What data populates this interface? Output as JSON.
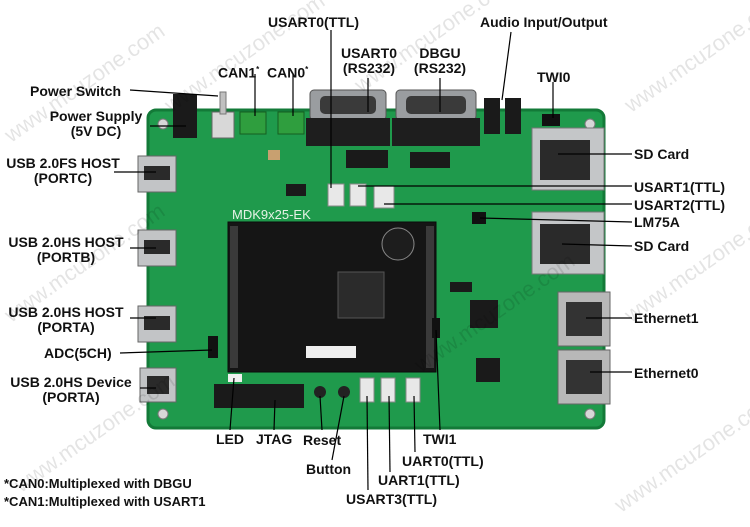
{
  "image": {
    "watermark_text": "www.mcuzone.com",
    "board_silkscreen": "MDK9x25-EK"
  },
  "labels": {
    "usart0_ttl": "USART0(TTL)",
    "audio": "Audio Input/Output",
    "usart0_rs232_line1": "USART0",
    "usart0_rs232_line2": "(RS232)",
    "dbgu_line1": "DBGU",
    "dbgu_line2": "(RS232)",
    "can1": "CAN1",
    "can0": "CAN0",
    "star": "*",
    "twi0": "TWI0",
    "power_switch": "Power Switch",
    "power_supply_line1": "Power Supply",
    "power_supply_line2": "(5V DC)",
    "usb_fs_host_line1": "USB 2.0FS HOST",
    "usb_fs_host_line2": "(PORTC)",
    "usb_hs_host_b_line1": "USB 2.0HS HOST",
    "usb_hs_host_b_line2": "(PORTB)",
    "usb_hs_host_a_line1": "USB 2.0HS HOST",
    "usb_hs_host_a_line2": "(PORTA)",
    "adc": "ADC(5CH)",
    "usb_hs_device_line1": "USB 2.0HS Device",
    "usb_hs_device_line2": "(PORTA)",
    "sd_card_1": "SD Card",
    "usart1_ttl": "USART1(TTL)",
    "usart2_ttl": "USART2(TTL)",
    "lm75a": "LM75A",
    "sd_card_2": "SD Card",
    "ethernet1": "Ethernet1",
    "ethernet0": "Ethernet0",
    "led": "LED",
    "jtag": "JTAG",
    "reset": "Reset",
    "button": "Button",
    "twi1": "TWI1",
    "uart0_ttl": "UART0(TTL)",
    "uart1_ttl": "UART1(TTL)",
    "usart3_ttl": "USART3(TTL)"
  },
  "notes": {
    "can0_note": "*CAN0:Multiplexed with DBGU",
    "can1_note": "*CAN1:Multiplexed with USART1"
  },
  "colors": {
    "pcb": "#1f9a4c",
    "pcb_dark": "#137a38",
    "module": "#151515",
    "metal": "#b9bcbf",
    "leader": "#000000"
  }
}
